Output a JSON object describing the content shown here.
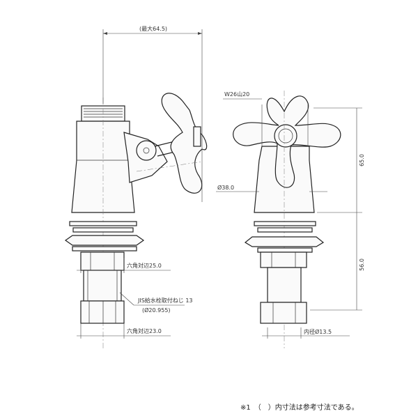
{
  "dimensions": {
    "max_width": "(最大64.5)",
    "hex_top": "六角対辺25.0",
    "thread": "JIS給水栓取付ねじ 13",
    "thread_dia": "(Ø20.955)",
    "hex_bottom": "六角対辺23.0",
    "handle": "W26山20",
    "body_dia": "Ø38.0",
    "height_upper": "65.0",
    "height_lower": "56.0",
    "inner_dia": "内径Ø13.5"
  },
  "note": "※1　（　）内寸法は参考寸法である。"
}
